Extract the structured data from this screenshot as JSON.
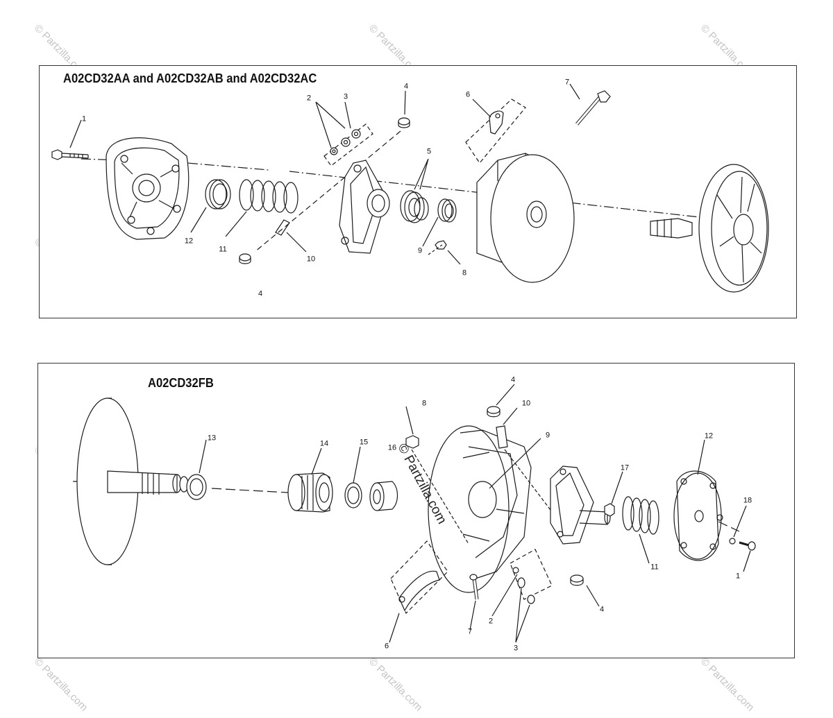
{
  "watermark": {
    "text": "© Partzilla.com",
    "color": "#c4c4c4"
  },
  "panel_top": {
    "title": "A02CD32AA and A02CD32AB and A02CD32AC",
    "callouts": [
      "1",
      "2",
      "3",
      "4",
      "4",
      "5",
      "6",
      "7",
      "8",
      "9",
      "10",
      "11",
      "12"
    ]
  },
  "panel_bottom": {
    "title": "A02CD32FB",
    "callouts": [
      "4",
      "8",
      "10",
      "9",
      "12",
      "13",
      "14",
      "15",
      "16",
      "17",
      "18",
      "1",
      "11",
      "4",
      "6",
      "7",
      "2",
      "3"
    ]
  },
  "colors": {
    "line": "#1a1a1a",
    "frame": "#333333",
    "background": "#ffffff"
  }
}
